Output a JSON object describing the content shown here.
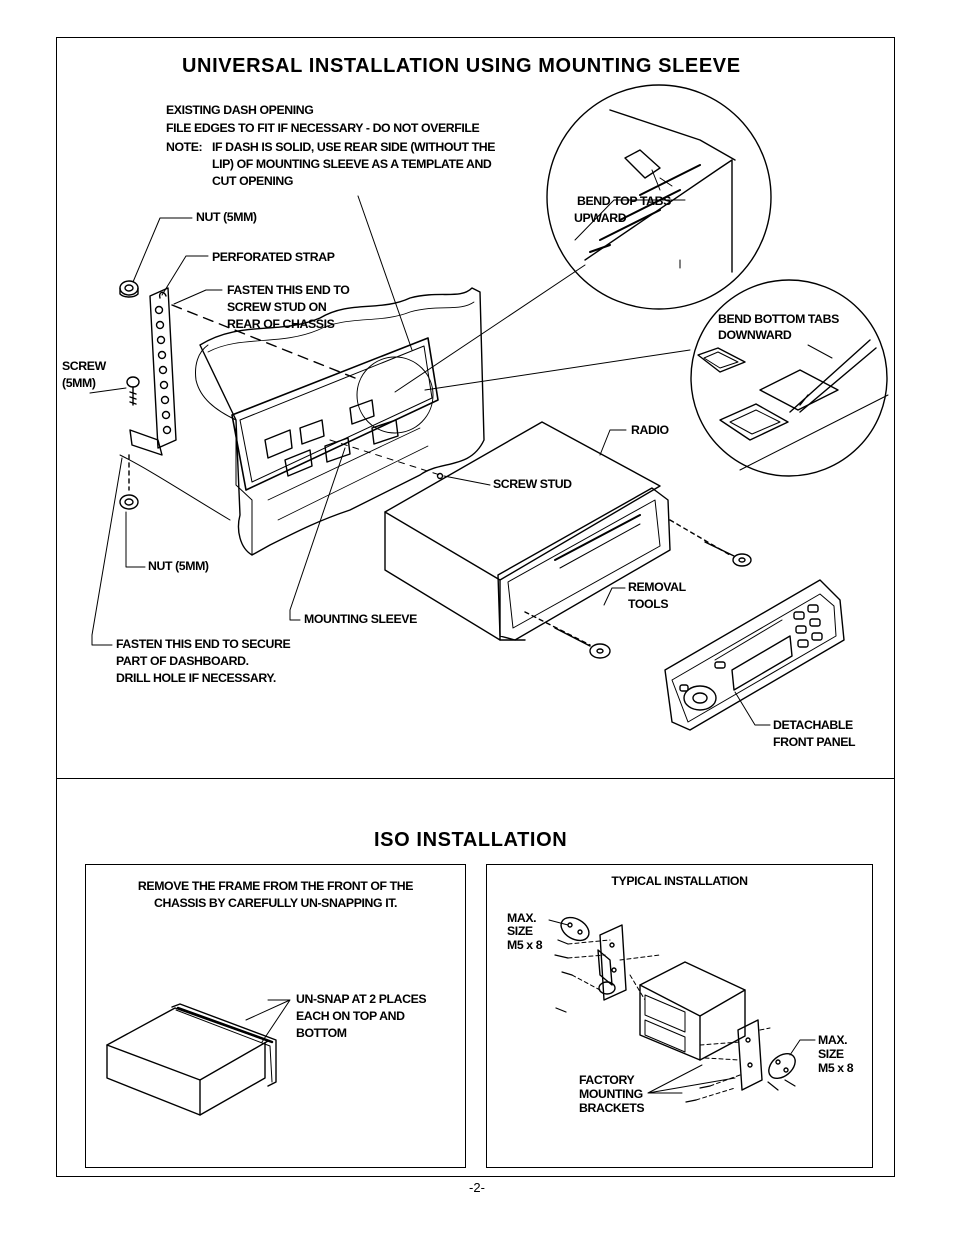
{
  "section1": {
    "title": "UNIVERSAL INSTALLATION USING MOUNTING SLEEVE",
    "labels": {
      "existing_line1": "EXISTING DASH OPENING",
      "existing_line2": "FILE EDGES TO FIT IF NECESSARY - DO NOT OVERFILE",
      "note_label": "NOTE:",
      "note_line1": "IF DASH IS SOLID, USE REAR SIDE (WITHOUT THE",
      "note_line2": "LIP) OF MOUNTING SLEEVE AS A TEMPLATE AND",
      "note_line3": "CUT OPENING",
      "nut_top": "NUT (5MM)",
      "perforated_strap": "PERFORATED STRAP",
      "fasten_stud_1": "FASTEN THIS END TO",
      "fasten_stud_2": "SCREW STUD ON",
      "fasten_stud_3": "REAR OF CHASSIS",
      "screw_1": "SCREW",
      "screw_2": "(5MM)",
      "bend_top_1": "BEND TOP TABS",
      "bend_top_2": "UPWARD",
      "bend_bottom_1": "BEND BOTTOM TABS",
      "bend_bottom_2": "DOWNWARD",
      "radio": "RADIO",
      "screw_stud": "SCREW STUD",
      "nut_bottom": "NUT (5MM)",
      "removal_1": "REMOVAL",
      "removal_2": "TOOLS",
      "mounting_sleeve": "MOUNTING SLEEVE",
      "fasten_dash_1": "FASTEN THIS END TO SECURE",
      "fasten_dash_2": "PART OF DASHBOARD.",
      "fasten_dash_3": "DRILL HOLE IF NECESSARY.",
      "detachable_1": "DETACHABLE",
      "detachable_2": "FRONT PANEL"
    }
  },
  "section2": {
    "title": "ISO INSTALLATION",
    "left_box": {
      "line1": "REMOVE THE FRAME FROM THE FRONT OF THE",
      "line2": "CHASSIS BY CAREFULLY UN-SNAPPING IT.",
      "unsnap_1": "UN-SNAP AT 2 PLACES",
      "unsnap_2": "EACH ON TOP AND",
      "unsnap_3": "BOTTOM"
    },
    "right_box": {
      "title": "TYPICAL INSTALLATION",
      "max_left_1": "MAX.",
      "max_left_2": "SIZE",
      "max_left_3": "M5 x 8",
      "max_right_1": "MAX.",
      "max_right_2": "SIZE",
      "max_right_3": "M5 x 8",
      "factory_1": "FACTORY",
      "factory_2": "MOUNTING",
      "factory_3": "BRACKETS"
    }
  },
  "page_number": "-2-"
}
